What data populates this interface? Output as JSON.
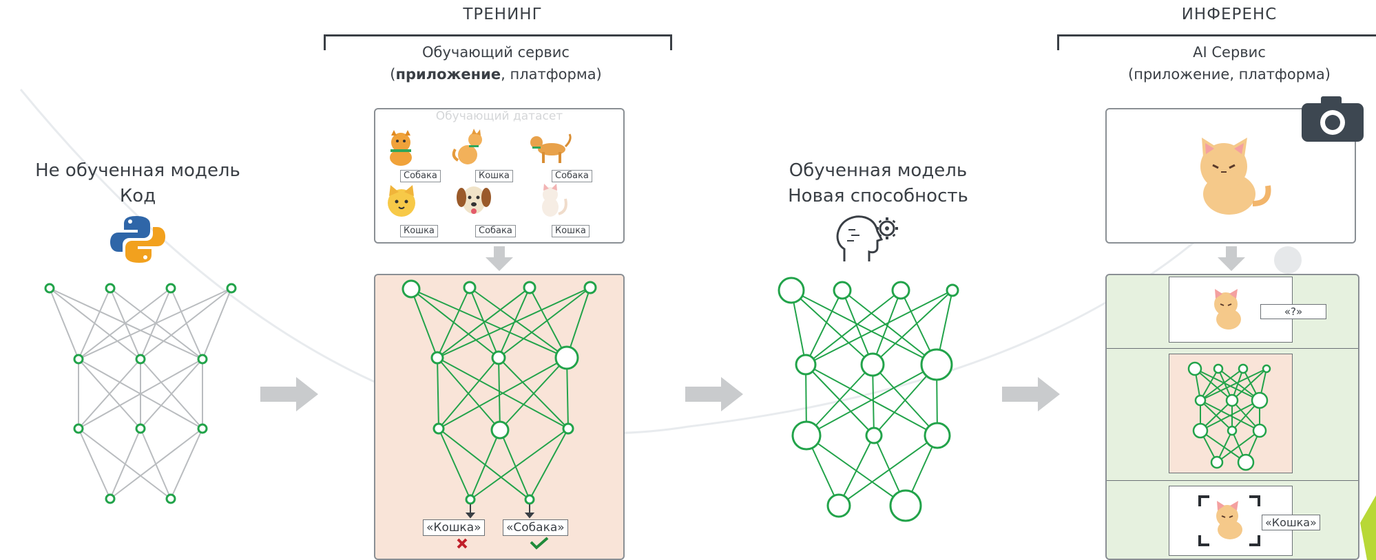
{
  "training": {
    "header": "ТРЕНИНГ",
    "service_line1": "Обучающий сервис",
    "service_bold": "приложение",
    "service_rest": ", платформа)",
    "dataset_title": "Обучающий датасет",
    "tags": [
      "Собака",
      "Кошка",
      "Собака",
      "Кошка",
      "Собака",
      "Кошка"
    ],
    "output_labels": [
      "«Кошка»",
      "«Собака»"
    ]
  },
  "inference": {
    "header": "ИНФЕРЕНС",
    "service_line1": "AI Сервис",
    "service_line2": "(приложение, платформа)",
    "query_label": "«?»",
    "result_label": "«Кошка»"
  },
  "untrained": {
    "line1": "Не обученная модель",
    "line2": "Код"
  },
  "trained": {
    "line1": "Обученная модель",
    "line2": "Новая способность"
  },
  "colors": {
    "green": "#22a34a",
    "gray_net": "#b9bcbf",
    "train_bg": "#f9e4d8",
    "infer_bg": "#e6f1df",
    "arrow": "#c9cbcd",
    "wrong": "#c0202a",
    "right": "#1f8a3a"
  },
  "icons": [
    "python-logo-icon",
    "head-gear-icon",
    "camera-icon",
    "cross-icon",
    "check-icon"
  ]
}
